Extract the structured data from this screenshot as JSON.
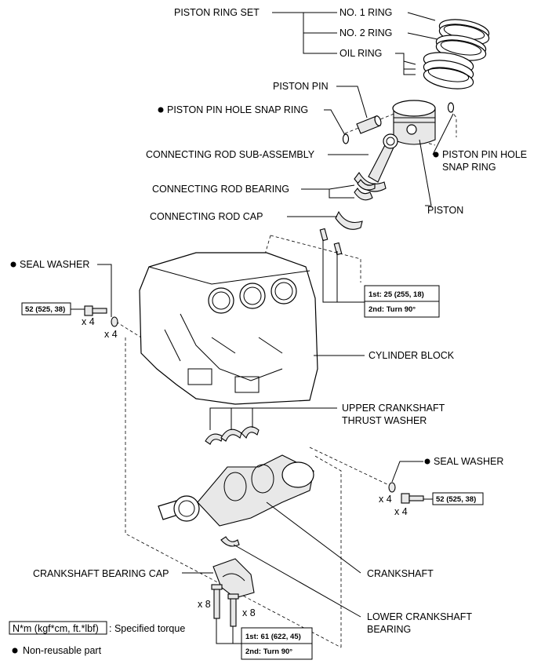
{
  "labels": {
    "piston_ring_set": "PISTON RING SET",
    "no1_ring": "NO. 1 RING",
    "no2_ring": "NO. 2 RING",
    "oil_ring": "OIL RING",
    "piston_pin": "PISTON PIN",
    "snap_ring_left": "PISTON PIN HOLE SNAP RING",
    "snap_ring_right_1": "PISTON PIN HOLE",
    "snap_ring_right_2": "SNAP RING",
    "conn_rod_sub": "CONNECTING ROD SUB-ASSEMBLY",
    "conn_rod_bearing": "CONNECTING ROD BEARING",
    "conn_rod_cap": "CONNECTING ROD CAP",
    "piston": "PISTON",
    "seal_washer_left": "SEAL WASHER",
    "seal_washer_right": "SEAL WASHER",
    "cylinder_block": "CYLINDER BLOCK",
    "upper_thrust_1": "UPPER CRANKSHAFT",
    "upper_thrust_2": "THRUST WASHER",
    "crankshaft": "CRANKSHAFT",
    "crank_bearing_cap": "CRANKSHAFT BEARING CAP",
    "lower_bearing_1": "LOWER CRANKSHAFT",
    "lower_bearing_2": "BEARING"
  },
  "quantities": {
    "left_bolt": "x 4",
    "left_washer": "x 4",
    "right_washer": "x 4",
    "right_bolt": "x 4",
    "cap_bolt_a": "x 8",
    "cap_bolt_b": "x 8"
  },
  "torques": {
    "left": "52 (525, 38)",
    "right": "52 (525, 38)",
    "rod_1st": "1st: 25 (255, 18)",
    "rod_2nd": "2nd: Turn 90°",
    "cap_1st": "1st: 61 (622, 45)",
    "cap_2nd": "2nd: Turn 90°"
  },
  "legend": {
    "unit_box": "N*m (kgf*cm, ft.*lbf)",
    "unit_text": ": Specified torque",
    "nonreusable": "Non-reusable part"
  }
}
